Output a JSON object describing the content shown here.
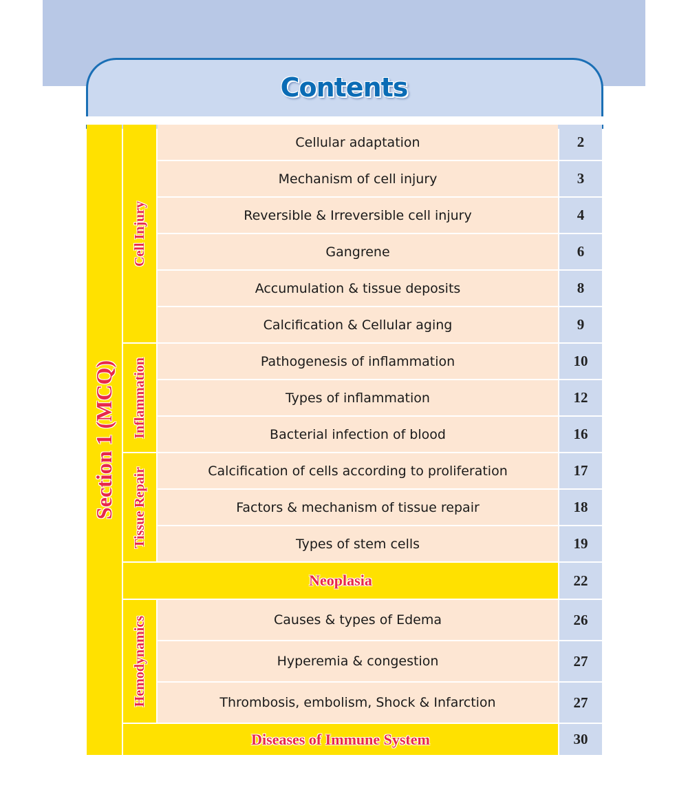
{
  "title": "Contents",
  "section": "Section 1 (MCQ)",
  "groups": [
    {
      "label": "Cell Injury",
      "items": [
        {
          "topic": "Cellular adaptation",
          "page": "2"
        },
        {
          "topic": "Mechanism of cell injury",
          "page": "3"
        },
        {
          "topic": "Reversible & Irreversible cell injury",
          "page": "4"
        },
        {
          "topic": "Gangrene",
          "page": "6"
        },
        {
          "topic": "Accumulation & tissue deposits",
          "page": "8"
        },
        {
          "topic": "Calcification & Cellular aging",
          "page": "9"
        }
      ]
    },
    {
      "label": "Inflammation",
      "items": [
        {
          "topic": "Pathogenesis of inflammation",
          "page": "10"
        },
        {
          "topic": "Types of inflammation",
          "page": "12"
        },
        {
          "topic": "Bacterial infection of blood",
          "page": "16"
        }
      ]
    },
    {
      "label": "Tissue Repair",
      "items": [
        {
          "topic": "Calcification of cells according to proliferation",
          "page": "17"
        },
        {
          "topic": "Factors & mechanism of tissue repair",
          "page": "18"
        },
        {
          "topic": "Types of stem cells",
          "page": "19"
        }
      ]
    },
    {
      "heading": "Neoplasia",
      "page": "22"
    },
    {
      "label": "Hemodynamics",
      "items": [
        {
          "topic": "Causes & types of Edema",
          "page": "26"
        },
        {
          "topic": "Hyperemia & congestion",
          "page": "27"
        },
        {
          "topic": "Thrombosis, embolism, Shock & Infarction",
          "page": "27"
        }
      ]
    },
    {
      "heading": "Diseases of Immune System",
      "page": "30"
    }
  ]
}
